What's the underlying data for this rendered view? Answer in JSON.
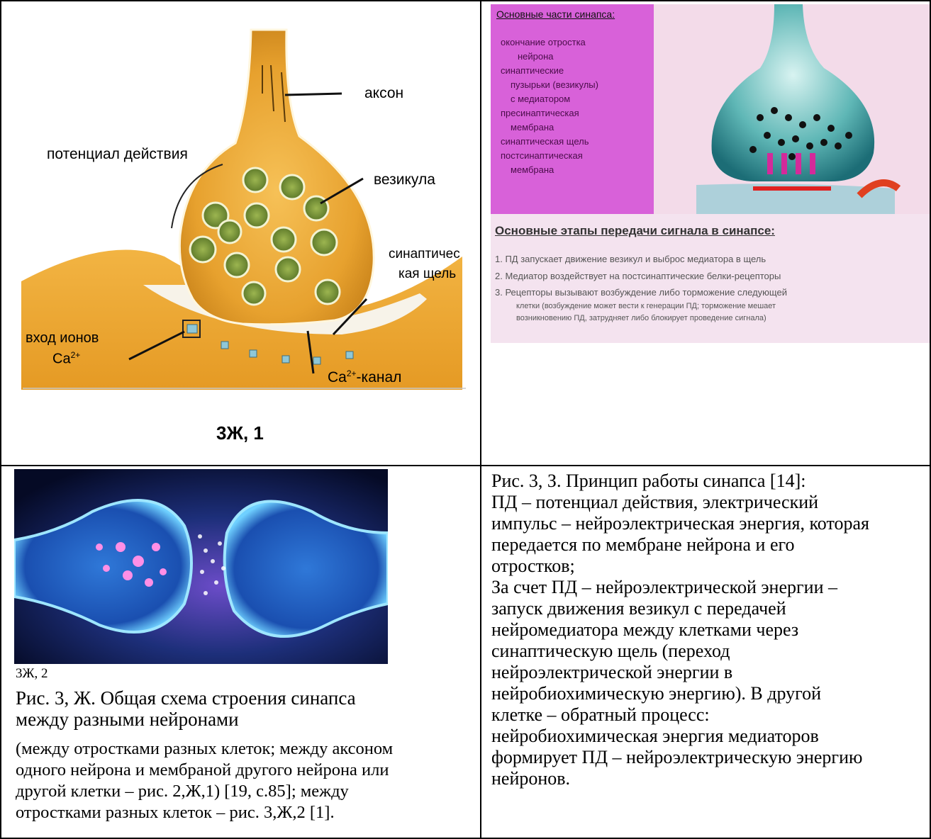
{
  "figure_1": {
    "label_axon": "аксон",
    "label_action_potential": "потенциал действия",
    "label_vesicle": "везикула",
    "label_cleft_line1": "синаптичес",
    "label_cleft_line2": "кая щель",
    "label_ion_entry_line1": "вход ионов",
    "label_ion_entry_line2": "Ca",
    "label_ion_entry_sup": "2+",
    "label_channel_prefix": "Ca",
    "label_channel_sup": "2+",
    "label_channel_suffix": "-канал",
    "caption": "3Ж, 1"
  },
  "figure_slide": {
    "parts_title": "Основные части синапса:",
    "parts": [
      "окончание отростка",
      "нейрона",
      "синаптические",
      "пузырьки (везикулы)",
      "с медиатором",
      "пресинаптическая",
      "мембрана",
      "синаптическая щель",
      "постсинаптическая",
      "мембрана"
    ],
    "stages_title": "Основные этапы передачи сигнала в синапсе:",
    "stages": [
      "1.  ПД запускает движение везикул  и выброс медиатора в щель",
      "2.  Медиатор воздействует на постсинаптические белки-рецепторы",
      "3.  Рецепторы вызывают возбуждение либо торможение следующей",
      "клетки (возбуждение может вести к генерации ПД; торможение мешает",
      "возникновению ПД, затрудняет либо блокирует проведение сигнала)"
    ]
  },
  "figure_2": {
    "label": "3Ж, 2"
  },
  "caption_left": [
    "Рис. 3, Ж. Общая схема строения синапса",
    "между разными нейронами"
  ],
  "caption_left_detail": [
    "(между отростками разных клеток; между аксоном",
    "одного нейрона и мембраной другого нейрона или",
    "другой клетки – рис. 2,Ж,1) [19, с.85]; между",
    "отростками разных клеток –  рис. 3,Ж,2 [1]."
  ],
  "caption_right": [
    "Рис. 3, З. Принцип работы синапса [14]:",
    "ПД – потенциал действия, электрический",
    "импульс – нейроэлектрическая энергия, которая",
    "передается по мембране нейрона и его",
    "отростков;",
    "За счет ПД – нейроэлектрической энергии –",
    "запуск движения везикул с передачей",
    "нейромедиатора между клетками через",
    "синаптическую щель (переход",
    "нейроэлектрической энергии в",
    "нейробиохимическую энергию). В другой",
    "клетке – обратный процесс:",
    "нейробиохимическая энергия медиаторов",
    "формирует ПД – нейроэлектрическую энергию",
    "нейронов."
  ],
  "colors": {
    "neuron_orange": "#e7a12e",
    "vesicle_green": "#7f9a3a",
    "slide_magenta": "#e23ee0",
    "glow_blue": "#3aa6ff"
  }
}
